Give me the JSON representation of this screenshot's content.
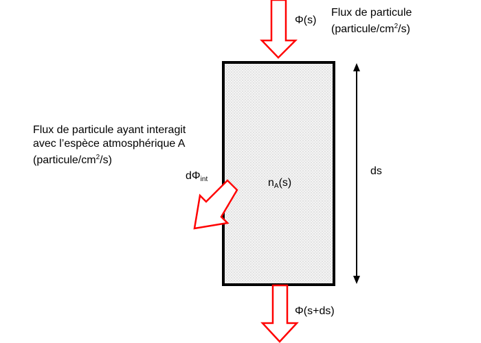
{
  "labels": {
    "phi_top": {
      "text": "Φ(s)"
    },
    "flux_title": {
      "line1": "Flux de particule",
      "line2_pre": "(particule/cm",
      "line2_sup": "2",
      "line2_post": "/s)"
    },
    "interaction": {
      "line1": "Flux de particule ayant interagit",
      "line2": "avec l’espèce atmosphérique A",
      "line3_pre": "(particule/cm",
      "line3_sup": "2",
      "line3_post": "/s)"
    },
    "dphi": {
      "main": "dΦ",
      "sub": "int"
    },
    "density": {
      "main": "n",
      "sub": "A",
      "post": "(s)"
    },
    "ds": {
      "text": "ds"
    },
    "phi_bottom": {
      "text": "Φ(s+ds)"
    }
  },
  "colors": {
    "arrow_stroke": "#ff0000",
    "box_border": "#000000",
    "box_fill": "#e8e8e8"
  },
  "icons": {
    "incoming_arrow": "down-arrow-icon",
    "outgoing_arrow": "down-arrow-icon",
    "interaction_arrow": "diagonal-arrow-icon",
    "dimension": "double-headed-arrow-icon"
  }
}
